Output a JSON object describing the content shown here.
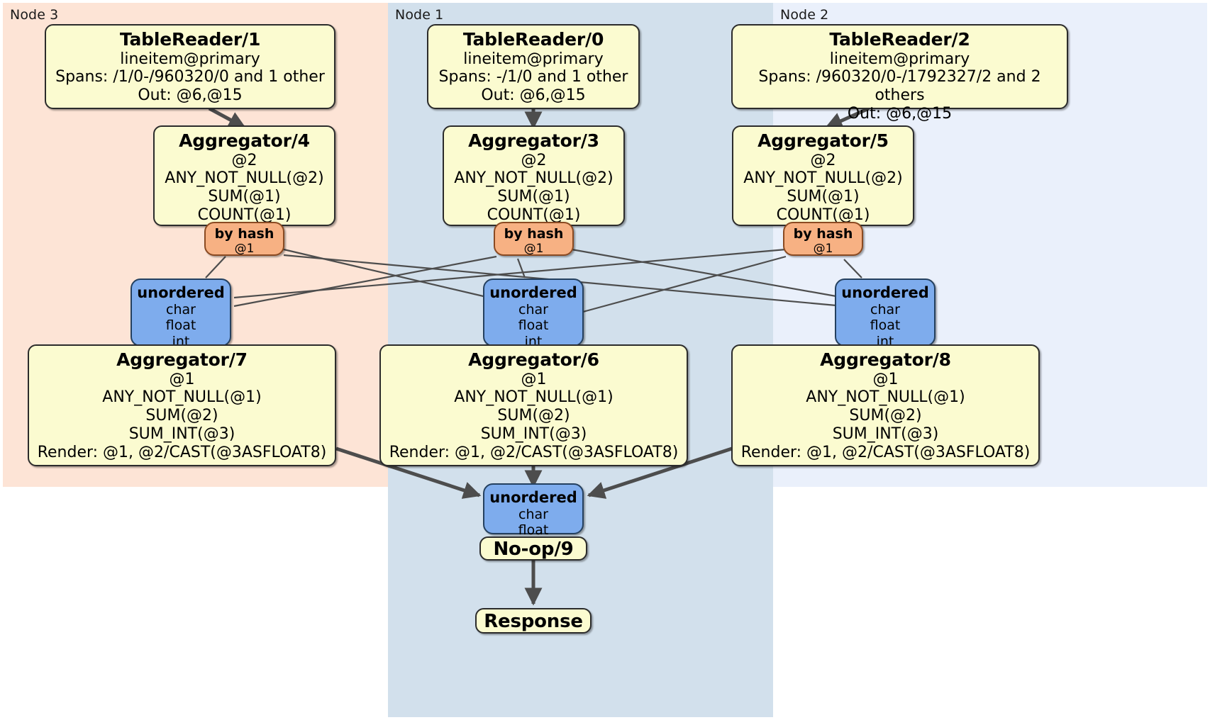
{
  "diagram": {
    "title": "Distributed query plan",
    "colors": {
      "node3_panel": "#fde4d6",
      "node1_panel": "#d2e0ec",
      "node2_panel": "#eaf0fb",
      "processor_fill": "#fbfbd0",
      "router_fill": "#7eaced",
      "hash_fill": "#f7b183",
      "edge": "#4d4d4d"
    }
  },
  "panels": [
    {
      "id": "node3",
      "label": "Node 3"
    },
    {
      "id": "node1",
      "label": "Node 1"
    },
    {
      "id": "node2",
      "label": "Node 2"
    }
  ],
  "nodes": {
    "table_reader_1": {
      "title": "TableReader/1",
      "lines": [
        "lineitem@primary",
        "Spans: /1/0-/960320/0 and 1 other",
        "Out: @6,@15"
      ]
    },
    "table_reader_0": {
      "title": "TableReader/0",
      "lines": [
        "lineitem@primary",
        "Spans: -/1/0 and 1 other",
        "Out: @6,@15"
      ]
    },
    "table_reader_2": {
      "title": "TableReader/2",
      "lines": [
        "lineitem@primary",
        "Spans: /960320/0-/1792327/2 and 2 others",
        "Out: @6,@15"
      ]
    },
    "aggregator_4": {
      "title": "Aggregator/4",
      "lines": [
        "@2",
        "ANY_NOT_NULL(@2)",
        "SUM(@1)",
        "COUNT(@1)"
      ]
    },
    "aggregator_3": {
      "title": "Aggregator/3",
      "lines": [
        "@2",
        "ANY_NOT_NULL(@2)",
        "SUM(@1)",
        "COUNT(@1)"
      ]
    },
    "aggregator_5": {
      "title": "Aggregator/5",
      "lines": [
        "@2",
        "ANY_NOT_NULL(@2)",
        "SUM(@1)",
        "COUNT(@1)"
      ]
    },
    "by_hash_left": {
      "title": "by hash",
      "lines": [
        "@1"
      ]
    },
    "by_hash_center": {
      "title": "by hash",
      "lines": [
        "@1"
      ]
    },
    "by_hash_right": {
      "title": "by hash",
      "lines": [
        "@1"
      ]
    },
    "unordered_left": {
      "title": "unordered",
      "lines": [
        "char",
        "float",
        "int"
      ]
    },
    "unordered_center": {
      "title": "unordered",
      "lines": [
        "char",
        "float",
        "int"
      ]
    },
    "unordered_right": {
      "title": "unordered",
      "lines": [
        "char",
        "float",
        "int"
      ]
    },
    "aggregator_7": {
      "title": "Aggregator/7",
      "lines": [
        "@1",
        "ANY_NOT_NULL(@1)",
        "SUM(@2)",
        "SUM_INT(@3)",
        "Render: @1, @2/CAST(@3ASFLOAT8)"
      ]
    },
    "aggregator_6": {
      "title": "Aggregator/6",
      "lines": [
        "@1",
        "ANY_NOT_NULL(@1)",
        "SUM(@2)",
        "SUM_INT(@3)",
        "Render: @1, @2/CAST(@3ASFLOAT8)"
      ]
    },
    "aggregator_8": {
      "title": "Aggregator/8",
      "lines": [
        "@1",
        "ANY_NOT_NULL(@1)",
        "SUM(@2)",
        "SUM_INT(@3)",
        "Render: @1, @2/CAST(@3ASFLOAT8)"
      ]
    },
    "unordered_final": {
      "title": "unordered",
      "lines": [
        "char",
        "float"
      ]
    },
    "no_op_9": {
      "title": "No-op/9"
    },
    "response": {
      "title": "Response"
    }
  }
}
